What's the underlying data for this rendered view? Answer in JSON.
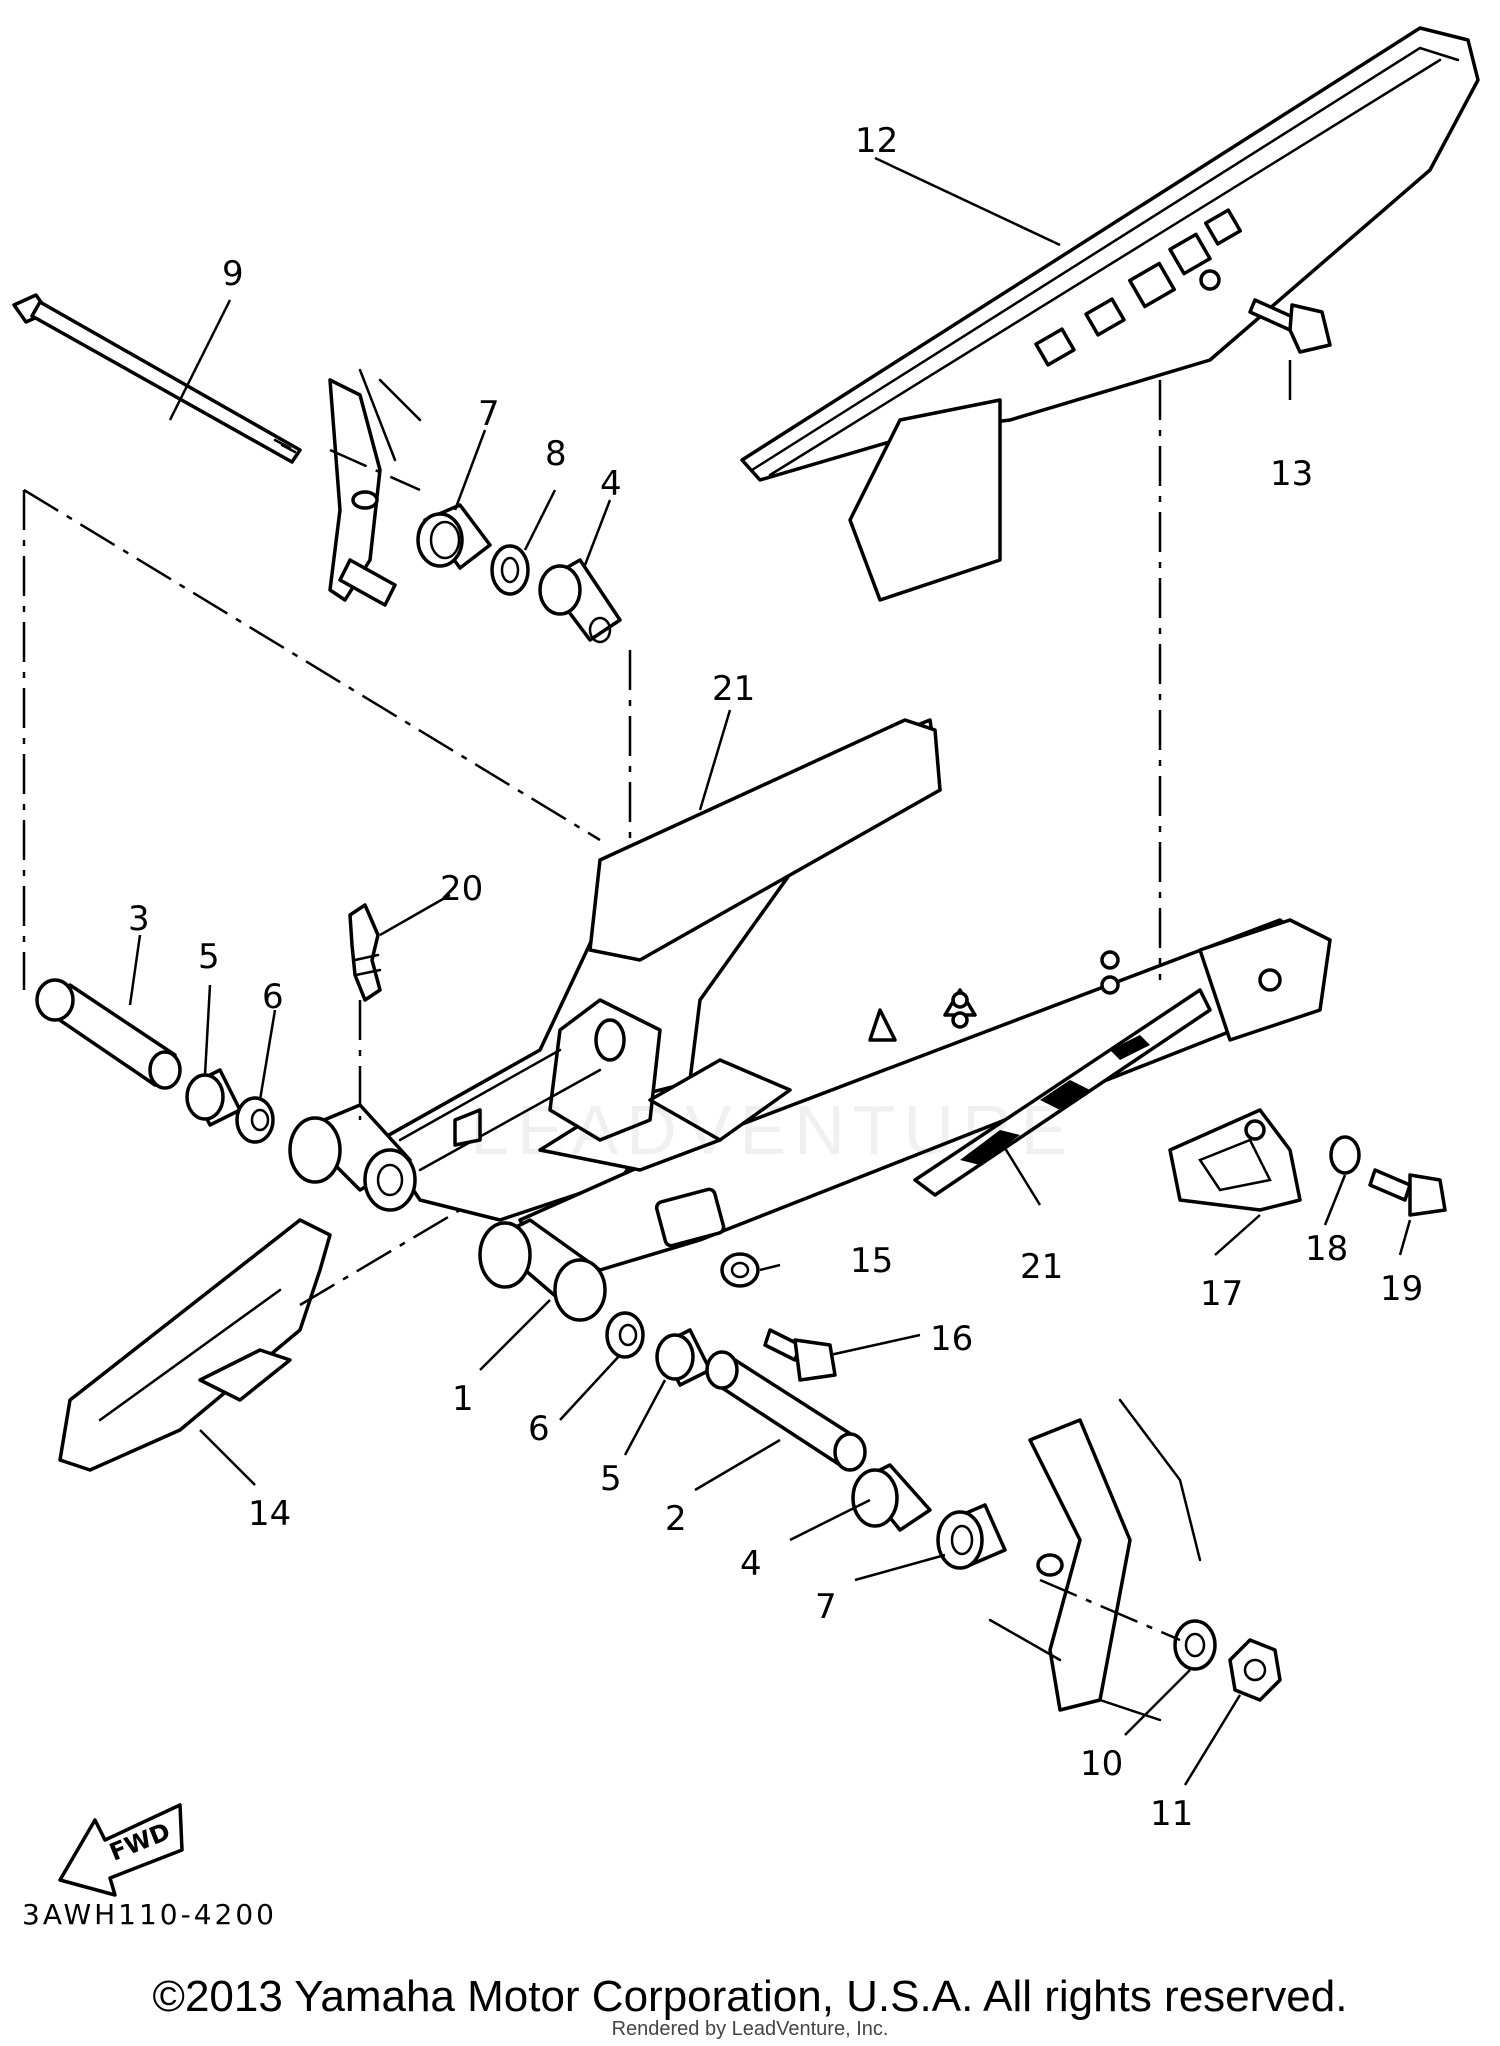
{
  "diagram": {
    "callouts": [
      "1",
      "2",
      "3",
      "4",
      "4",
      "5",
      "5",
      "6",
      "6",
      "7",
      "7",
      "8",
      "9",
      "10",
      "11",
      "12",
      "13",
      "14",
      "15",
      "16",
      "17",
      "18",
      "19",
      "20",
      "21",
      "21"
    ],
    "fwd_label": "FWD",
    "code": "3AWH110-4200",
    "copyright": "©2013 Yamaha Motor Corporation, U.S.A. All rights reserved.",
    "rendered_by": "Rendered by LeadVenture, Inc.",
    "watermark": "LEADVENTURE"
  }
}
